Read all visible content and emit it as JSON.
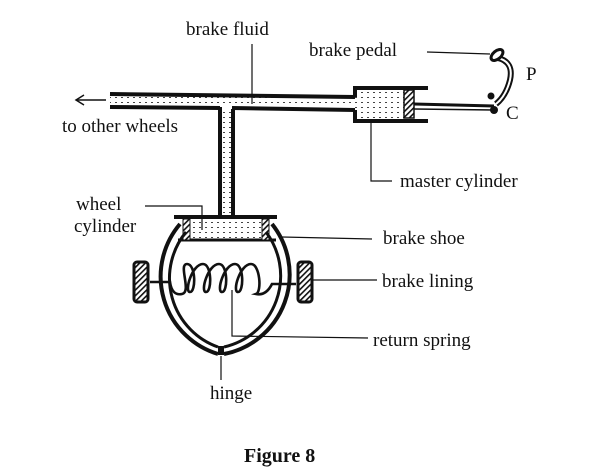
{
  "figure": {
    "caption": "Figure 8",
    "subject": "Hydraulic drum brake system"
  },
  "labels": {
    "brake_fluid": "brake fluid",
    "brake_pedal": "brake pedal",
    "pedal_point_p": "P",
    "pivot_c": "C",
    "to_other_wheels": "to other wheels",
    "master_cylinder": "master cylinder",
    "wheel_cylinder_line1": "wheel",
    "wheel_cylinder_line2": "cylinder",
    "brake_shoe": "brake shoe",
    "brake_lining": "brake lining",
    "return_spring": "return spring",
    "hinge": "hinge"
  },
  "colors": {
    "ink": "#111111",
    "background": "#ffffff"
  }
}
